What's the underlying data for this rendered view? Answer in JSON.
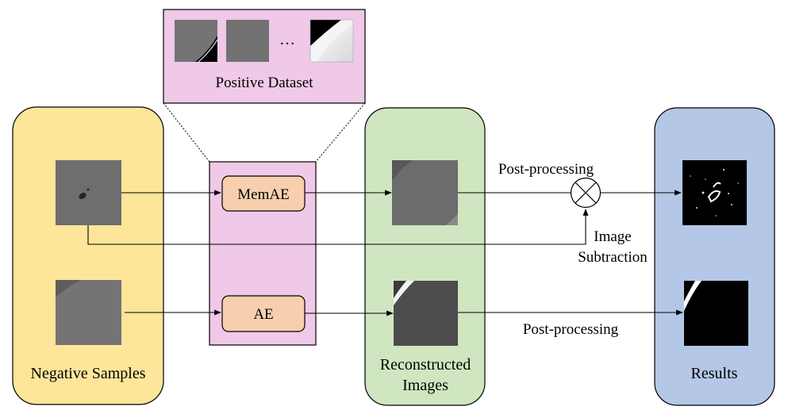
{
  "colors": {
    "negative_panel": "#fde59a",
    "positive_panel": "#f0c8e8",
    "model_column": "#f0c8e8",
    "model_box": "#f7cfae",
    "reconstructed_panel": "#cfe6c0",
    "results_panel": "#b4c7e6",
    "sample_gray": "#707070"
  },
  "positive_dataset": {
    "label": "Positive Dataset",
    "ellipsis": "…"
  },
  "negative_panel": {
    "label": "Negative Samples"
  },
  "models": {
    "memae": "MemAE",
    "ae": "AE"
  },
  "reconstructed_panel": {
    "label_line1": "Reconstructed",
    "label_line2": "Images"
  },
  "results_panel": {
    "label": "Results"
  },
  "edges": {
    "post_processing_top": "Post-processing",
    "post_processing_bottom": "Post-processing",
    "subtraction_line1": "Image",
    "subtraction_line2": "Subtraction"
  },
  "icons": {
    "subtraction_node": "circled-times-icon",
    "arrow": "arrow-right-icon"
  }
}
